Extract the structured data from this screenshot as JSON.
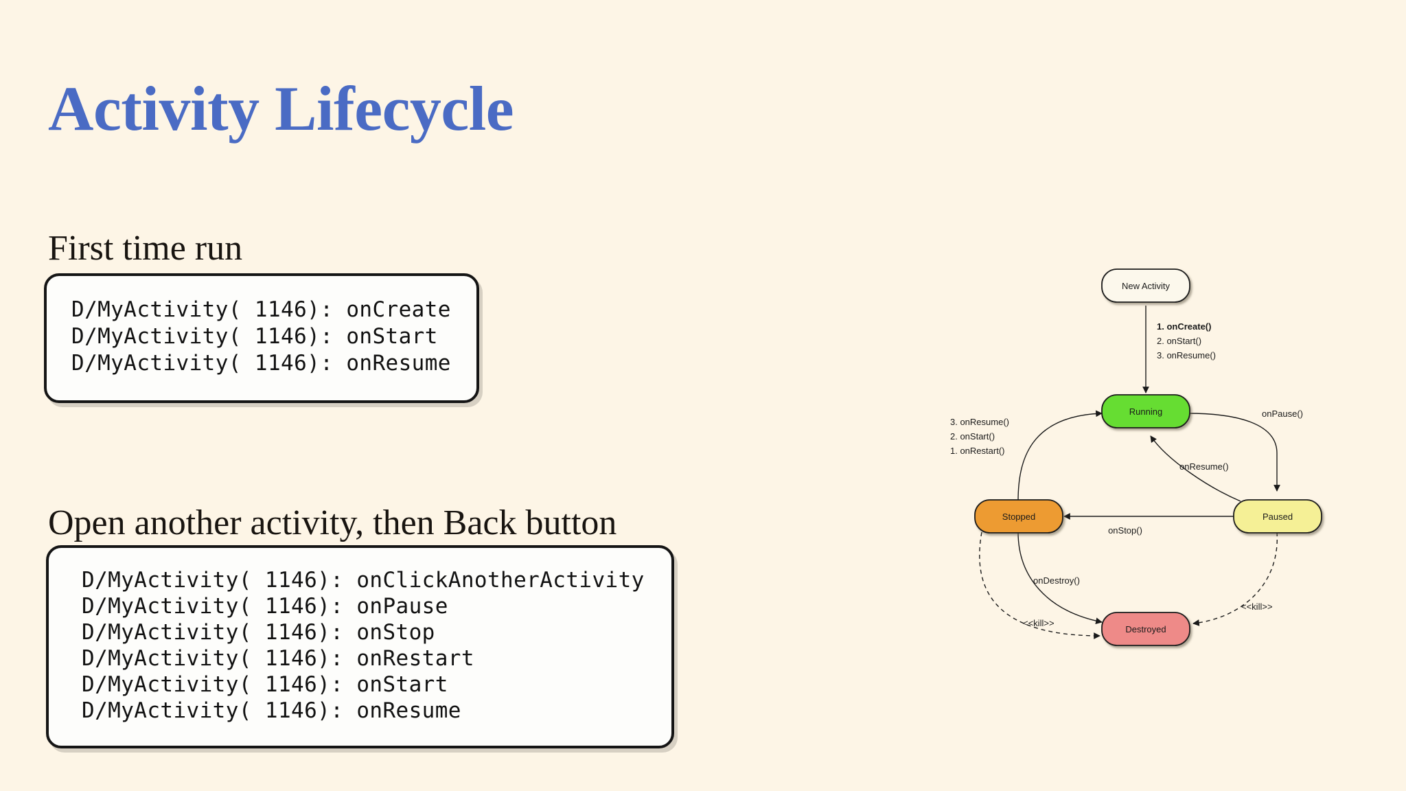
{
  "slide": {
    "title": "Activity Lifecycle",
    "background_color": "#FDF5E6",
    "title_color": "#4A6BC4"
  },
  "sections": [
    {
      "heading": "First time run",
      "code_lines": [
        "D/MyActivity( 1146): onCreate",
        "D/MyActivity( 1146): onStart",
        "D/MyActivity( 1146): onResume"
      ]
    },
    {
      "heading": "Open another activity, then Back button",
      "code_lines": [
        "D/MyActivity( 1146): onClickAnotherActivity",
        "D/MyActivity( 1146): onPause",
        "D/MyActivity( 1146): onStop",
        "D/MyActivity( 1146): onRestart",
        "D/MyActivity( 1146): onStart",
        "D/MyActivity( 1146): onResume"
      ]
    }
  ],
  "diagram": {
    "name": "android-activity-lifecycle-state-diagram",
    "nodes": [
      {
        "id": "new-activity",
        "label": "New Activity",
        "color": "#FCF8EC"
      },
      {
        "id": "running",
        "label": "Running",
        "color": "#66DD33"
      },
      {
        "id": "stopped",
        "label": "Stopped",
        "color": "#ED9B33"
      },
      {
        "id": "paused",
        "label": "Paused",
        "color": "#F5F096"
      },
      {
        "id": "destroyed",
        "label": "Destroyed",
        "color": "#EE8A88"
      }
    ],
    "edge_labels": {
      "create_1": "1. onCreate()",
      "create_2": "2. onStart()",
      "create_3": "3. onResume()",
      "restart_3": "3. onResume()",
      "restart_2": "2. onStart()",
      "restart_1": "1. onRestart()",
      "on_pause": "onPause()",
      "on_resume": "onResume()",
      "on_stop": "onStop()",
      "on_destroy": "onDestroy()",
      "kill_left": "<<kill>>",
      "kill_right": "<<kill>>"
    }
  }
}
